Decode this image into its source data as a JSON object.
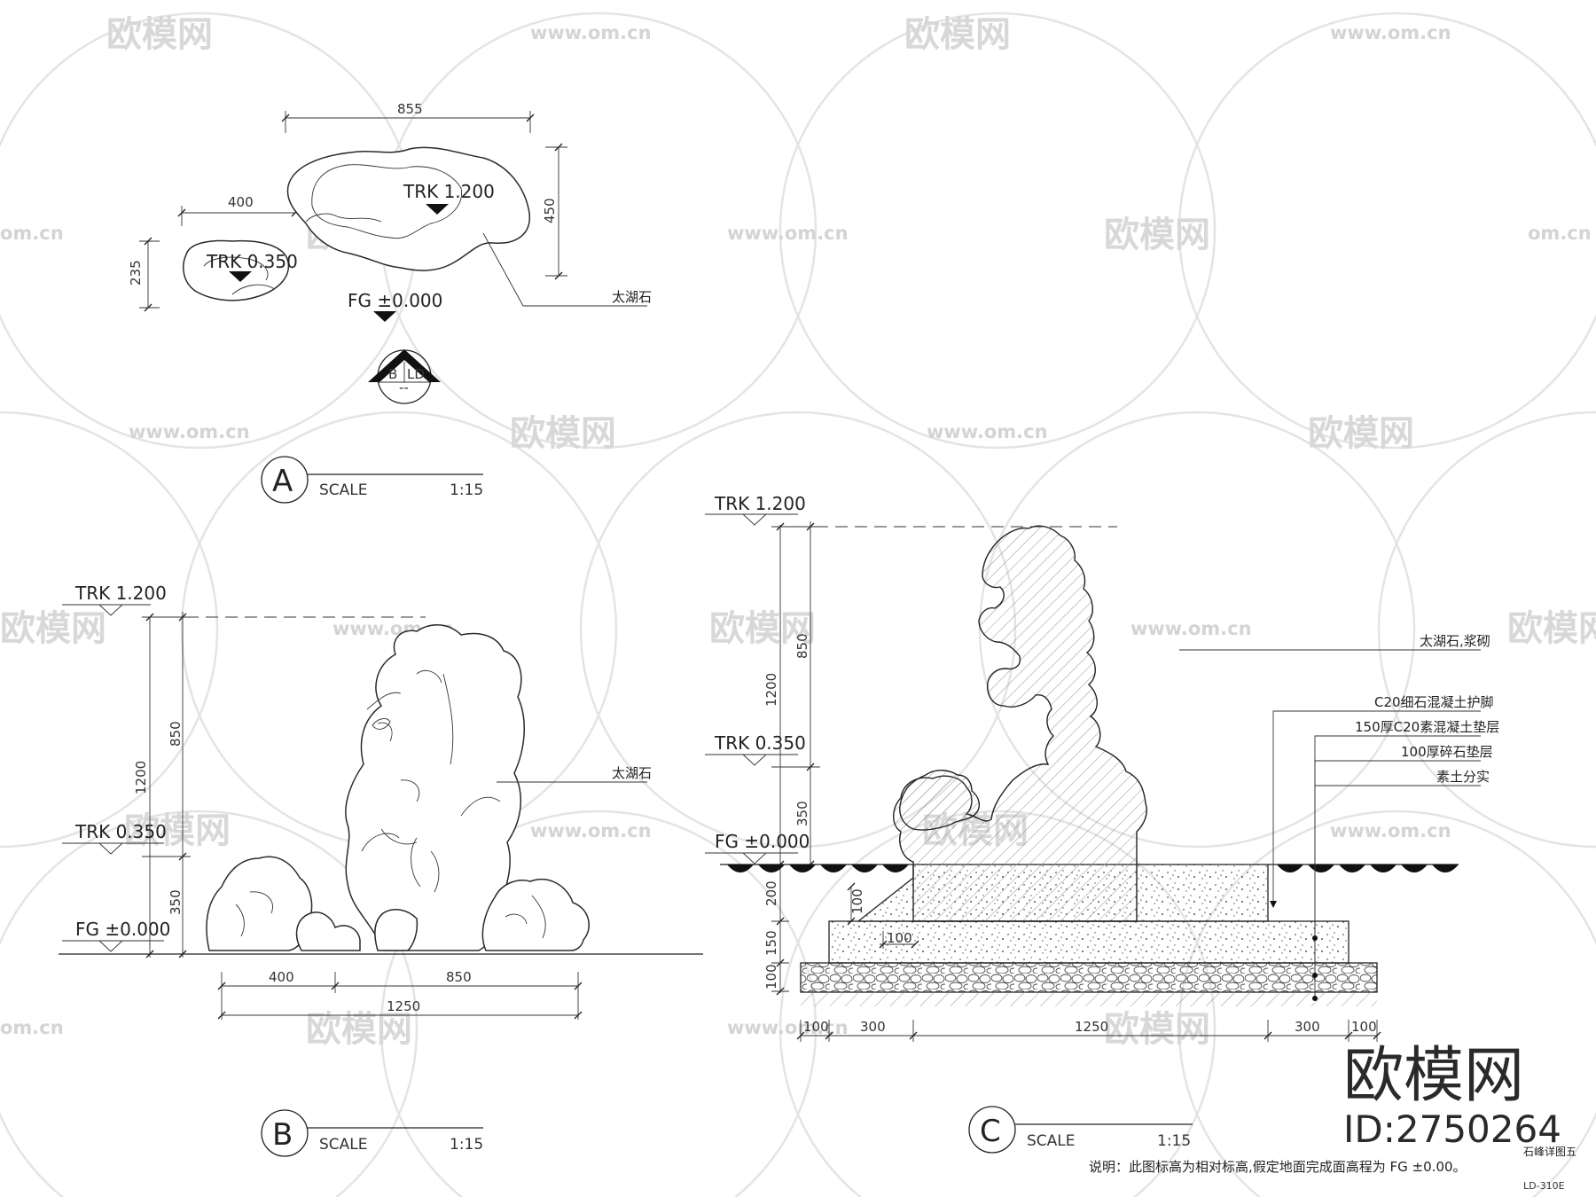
{
  "plan": {
    "dim_top": "855",
    "dim_left": "400",
    "dim_height_small": "235",
    "dim_height_large": "450",
    "trk_high": "TRK 1.200",
    "trk_low": "TRK 0.350",
    "fg": "FG ±0.000",
    "rock_label": "太湖石",
    "section_marker_left": "B",
    "section_marker_right": "LD",
    "section_marker_bottom": "--"
  },
  "title_a": {
    "letter": "A",
    "scale_label": "SCALE",
    "scale_value": "1:15"
  },
  "elevation_b": {
    "trk_high": "TRK 1.200",
    "trk_low": "TRK 0.350",
    "fg": "FG ±0.000",
    "dim_850": "850",
    "dim_1200": "1200",
    "dim_350": "350",
    "dim_400": "400",
    "dim_850_h": "850",
    "dim_1250": "1250",
    "rock_label": "太湖石"
  },
  "title_b": {
    "letter": "B",
    "scale_label": "SCALE",
    "scale_value": "1:15"
  },
  "section_c": {
    "trk_high": "TRK 1.200",
    "trk_low": "TRK 0.350",
    "fg": "FG ±0.000",
    "dim_1200": "1200",
    "dim_850": "850",
    "dim_350": "350",
    "dim_200": "200",
    "dim_150": "150",
    "dim_100_v": "100",
    "dim_100_inner": "100",
    "dim_100_step": "100",
    "bottom_dims": [
      "100",
      "300",
      "1250",
      "300",
      "100"
    ],
    "labels": [
      "太湖石,浆砌",
      "C20细石混凝土护脚",
      "150厚C20素混凝土垫层",
      "100厚碎石垫层",
      "素土分实"
    ]
  },
  "title_c": {
    "letter": "C",
    "scale_label": "SCALE",
    "scale_value": "1:15"
  },
  "note": "说明：此图标高为相对标高,假定地面完成面高程为 FG ±0.00。",
  "sheet_title": "石峰详图五",
  "sheet_number": "LD-310E",
  "watermark": {
    "brand": "欧模网",
    "url_full": "www.om.cn",
    "url_partial": "om.cn",
    "brand_partial": "欧模网",
    "id": "ID:2750264"
  }
}
